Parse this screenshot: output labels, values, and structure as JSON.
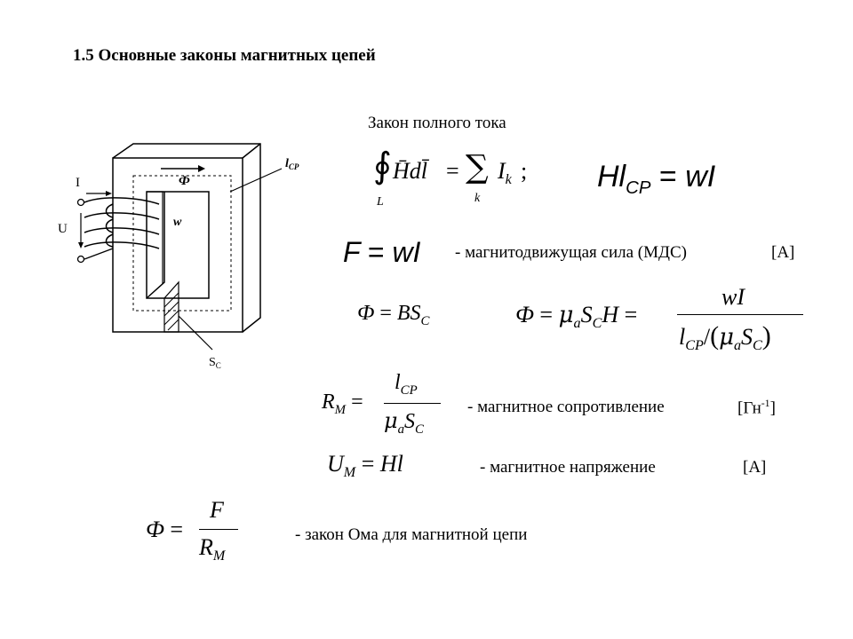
{
  "title": "1.5 Основные законы магнитных цепей",
  "law_heading": "Закон полного тока",
  "diagram": {
    "label_I": "I",
    "label_U": "U",
    "label_lcp": "l",
    "label_lcp_sub": "СР",
    "label_flux": "Ф",
    "label_w": "w",
    "label_sc": "S",
    "label_sc_sub": "С"
  },
  "equations": {
    "eq1_tail": ";",
    "eq1_L": "L",
    "eq1_k": "k",
    "eq3_desc": "- магнитодвижущая сила (МДС)",
    "eq3_unit": "[А]",
    "eq6_desc": "- магнитное сопротивление",
    "eq6_unit": "[Гн",
    "eq6_unit_sup": "-1",
    "eq6_unit_close": "]",
    "eq7_desc": "- магнитное напряжение",
    "eq7_unit": "[А]",
    "eq8_desc": "- закон Ома для магнитной цепи"
  }
}
